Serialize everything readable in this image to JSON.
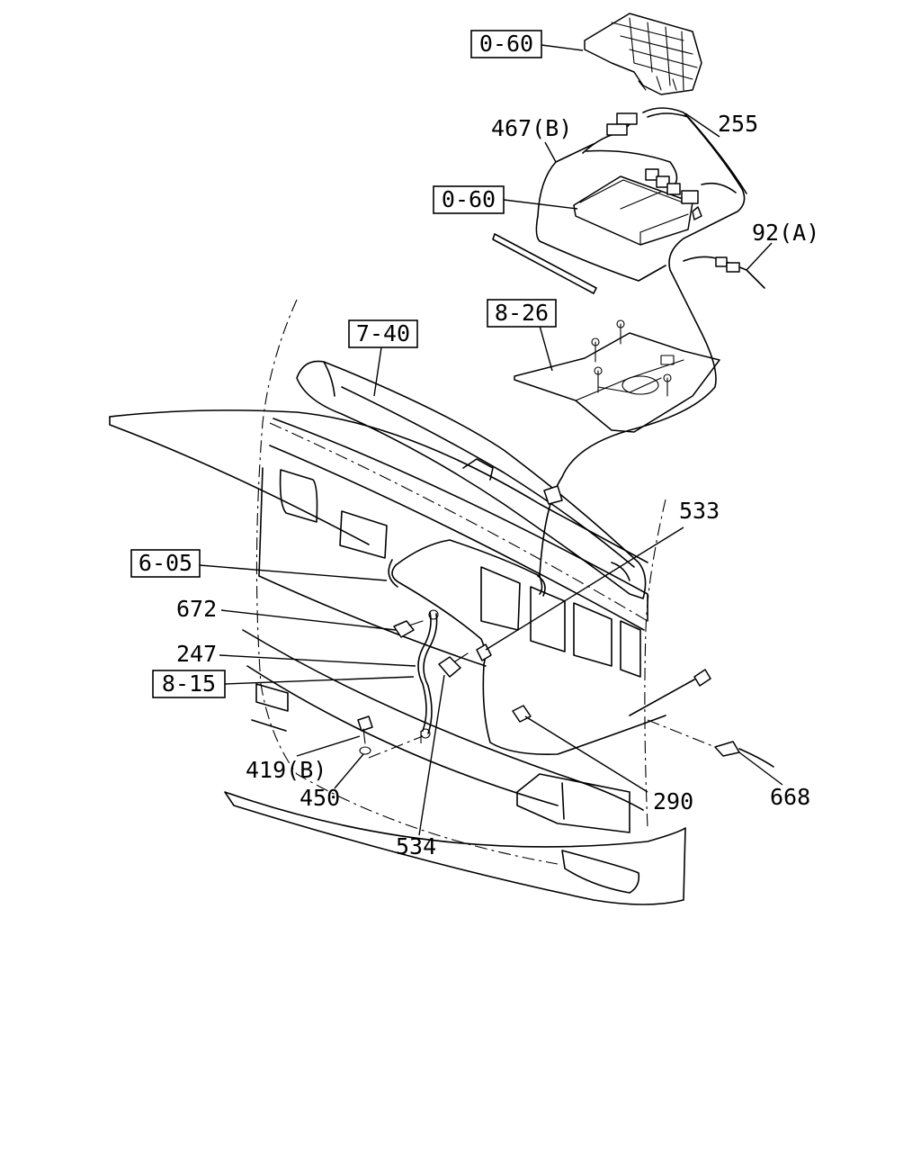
{
  "callouts": {
    "ref_0_60_top": "0-60",
    "ref_0_60_mid": "0-60",
    "ref_8_26": "8-26",
    "ref_7_40": "7-40",
    "ref_6_05": "6-05",
    "ref_8_15": "8-15",
    "p467b": "467(B)",
    "p255": "255",
    "p92a": "92(A)",
    "p533": "533",
    "p672": "672",
    "p247": "247",
    "p419b": "419(B)",
    "p450": "450",
    "p534": "534",
    "p290": "290",
    "p668": "668"
  }
}
